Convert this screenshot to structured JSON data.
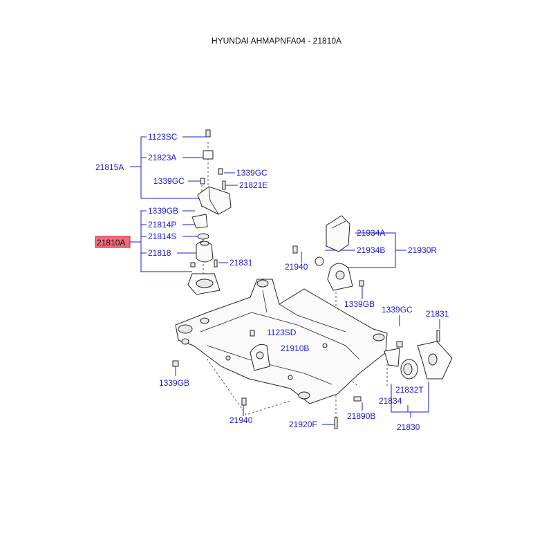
{
  "title": "HYUNDAI AHMAPNFA04 - 21810A",
  "highlight_color": "#f06b7b",
  "label_color": "#1a1ad6",
  "labels": {
    "l_21815A": "21815A",
    "l_1123SC": "1123SC",
    "l_21823A": "21823A",
    "l_1339GC_top": "1339GC",
    "l_1339GC_left": "1339GC",
    "l_21821E": "21821E",
    "l_1339GB_top": "1339GB",
    "l_21814P": "21814P",
    "l_21814S": "21814S",
    "l_21810A": "21810A",
    "l_21818": "21818",
    "l_21831_left": "21831",
    "l_21934A": "21934A",
    "l_21934B": "21934B",
    "l_21930R": "21930R",
    "l_21940_right": "21940",
    "l_1339GB_right": "1339GB",
    "l_1339GC_right": "1339GC",
    "l_21831_right": "21831",
    "l_1123SD": "1123SD",
    "l_21910B": "21910B",
    "l_1339GB_bottom": "1339GB",
    "l_21940_bottom": "21940",
    "l_21920F": "21920F",
    "l_21890B": "21890B",
    "l_21834": "21834",
    "l_21832T": "21832T",
    "l_21830": "21830"
  }
}
